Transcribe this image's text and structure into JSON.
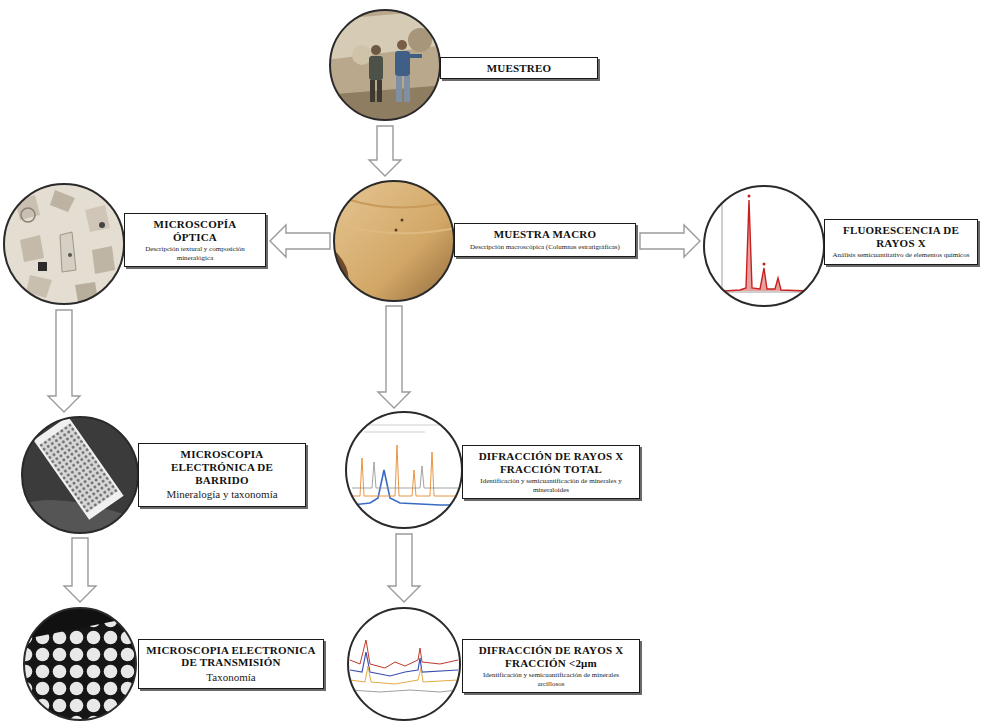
{
  "diagram": {
    "nodes": [
      {
        "text": [
          "MUESTREO"
        ]
      },
      {
        "text": [
          "MICROSCOPÍA ÓPTICA",
          "Descripción textural y composición mineralógica"
        ]
      },
      {
        "text": [
          "MUESTRA MACRO",
          "Descripción macroscópica (Columnas estratigráficas)"
        ]
      },
      {
        "text": [
          "FLUORESCENCIA DE RAYOS X",
          "Análisis semicuantitativo de elementos químicos"
        ]
      },
      {
        "text": [
          "MICROSCOPIA ELECTRÓNICA DE BARRIDO",
          "Mineralogía y taxonomía"
        ]
      },
      {
        "text": [
          "DIFRACCIÓN DE RAYOS X FRACCIÓN TOTAL",
          "Identificación y semicuantificación de minerales y mineraloides"
        ]
      },
      {
        "text": [
          "MICROSCOPIA ELECTRONICA DE TRANSMISIÓN",
          "Taxonomía"
        ]
      },
      {
        "text": [
          "DIFRACCIÓN DE RAYOS X FRACCIÓN <2μm",
          "Identificación y semicuantificación de minerales arcillosos"
        ]
      }
    ],
    "edges": [
      {
        "from": 0,
        "to": 2,
        "arrow": "to"
      },
      {
        "from": 2,
        "to": 1,
        "arrow": "to"
      },
      {
        "from": 2,
        "to": 3,
        "arrow": "to"
      },
      {
        "from": 1,
        "to": 4,
        "arrow": "to"
      },
      {
        "from": 2,
        "to": 5,
        "arrow": "to"
      },
      {
        "from": 4,
        "to": 6,
        "arrow": "to"
      },
      {
        "from": 5,
        "to": 7,
        "arrow": "to"
      }
    ]
  }
}
